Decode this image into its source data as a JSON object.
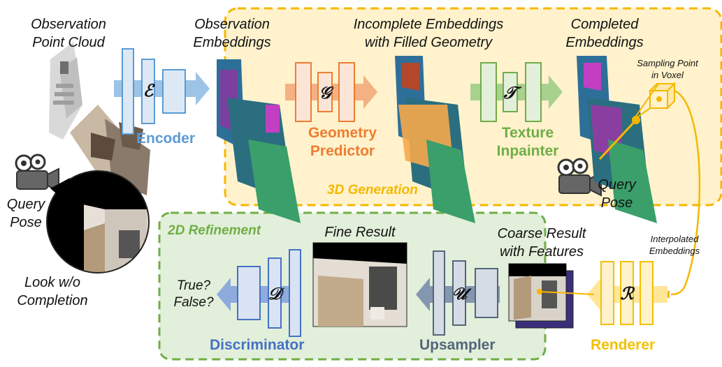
{
  "labels": {
    "observation_point_cloud": [
      "Observation",
      "Point Cloud"
    ],
    "observation_embeddings": [
      "Observation",
      "Embeddings"
    ],
    "incomplete_embeddings": [
      "Incomplete Embeddings",
      "with Filled Geometry"
    ],
    "completed_embeddings": [
      "Completed",
      "Embeddings"
    ],
    "sampling_point": [
      "Sampling Point",
      "in Voxel"
    ],
    "query_pose_left": [
      "Query",
      "Pose"
    ],
    "query_pose_right": [
      "Query",
      "Pose"
    ],
    "look_without_completion": [
      "Look w/o",
      "Completion"
    ],
    "interpolated_embeddings": [
      "Interpolated",
      "Embeddings"
    ],
    "fine_result": "Fine Result",
    "coarse_result": [
      "Coarse Result",
      "with Features"
    ],
    "true_false": [
      "True?",
      "False?"
    ]
  },
  "modules": {
    "encoder": {
      "symbol": "ℰ",
      "name": "Encoder"
    },
    "geometry": {
      "symbol": "𝒢",
      "name": [
        "Geometry",
        "Predictor"
      ]
    },
    "texture": {
      "symbol": "𝒯",
      "name": [
        "Texture",
        "Inpainter"
      ]
    },
    "renderer": {
      "symbol": "ℛ",
      "name": "Renderer"
    },
    "upsampler": {
      "symbol": "𝒰",
      "name": "Upsampler"
    },
    "discriminator": {
      "symbol": "𝒟",
      "name": "Discriminator"
    }
  },
  "regions": {
    "generation_3d": "3D Generation",
    "refinement_2d": "2D Refinement"
  },
  "colors": {
    "encoder": "#5b9bd5",
    "geometry": "#ed7d31",
    "texture": "#70ad47",
    "renderer": "#f5c000",
    "upsampler": "#54657a",
    "discriminator": "#4472c4",
    "gen_fill": "#fff2cc",
    "gen_border": "#f5b800",
    "ref_fill": "#e2efda",
    "ref_border": "#70ad47"
  }
}
